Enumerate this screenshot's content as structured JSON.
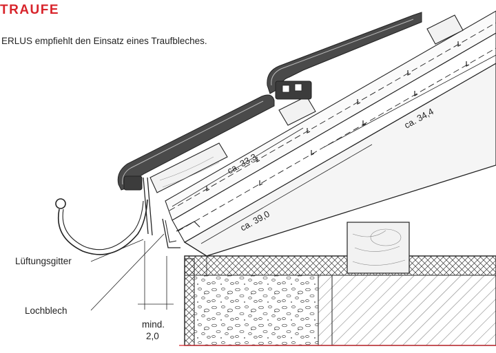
{
  "header": {
    "title": "TRAUFE",
    "subtitle": "ERLUS empfiehlt den Einsatz eines Traufbleches."
  },
  "labels": {
    "lueftungsgitter": "Lüftungsgitter",
    "lochblech": "Lochblech",
    "mind_line1": "mind.",
    "mind_line2": "2,0"
  },
  "dimensions": {
    "d1": "ca. 33,3",
    "d2": "ca. 34,4",
    "d3": "ca. 39,0"
  },
  "colors": {
    "title_red": "#d8242b",
    "tile_gray": "#4a4a4a",
    "wood_fill": "#f2f2f2",
    "line": "#222222"
  }
}
